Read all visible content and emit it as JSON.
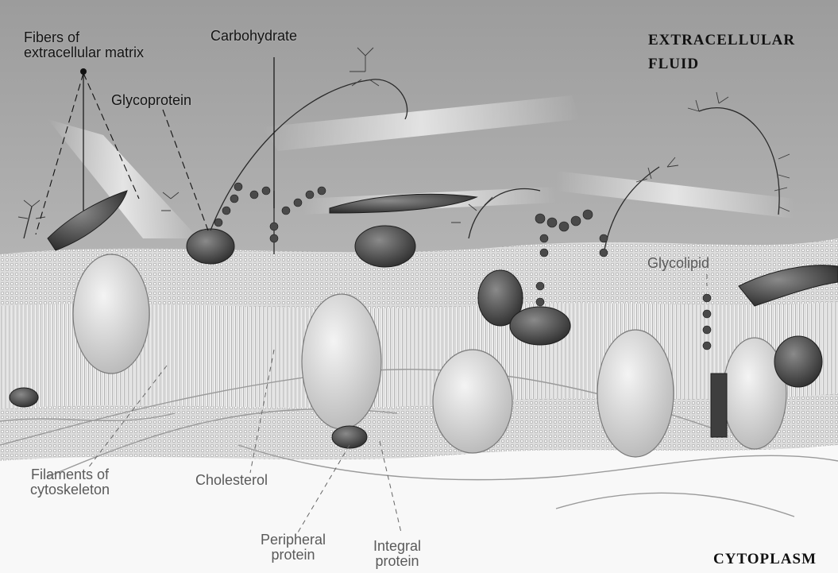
{
  "labels": {
    "fibers_line1": "Fibers of",
    "fibers_line2": "extracellular matrix",
    "carbohydrate": "Carbohydrate",
    "glycoprotein": "Glycoprotein",
    "extracellular_line1": "EXTRACELLULAR",
    "extracellular_line2": "FLUID",
    "glycolipid": "Glycolipid",
    "filaments_line1": "Filaments of",
    "filaments_line2": "cytoskeleton",
    "cholesterol": "Cholesterol",
    "peripheral_line1": "Peripheral",
    "peripheral_line2": "protein",
    "integral_line1": "Integral",
    "integral_line2": "protein",
    "cytoplasm": "CYTOPLASM"
  }
}
